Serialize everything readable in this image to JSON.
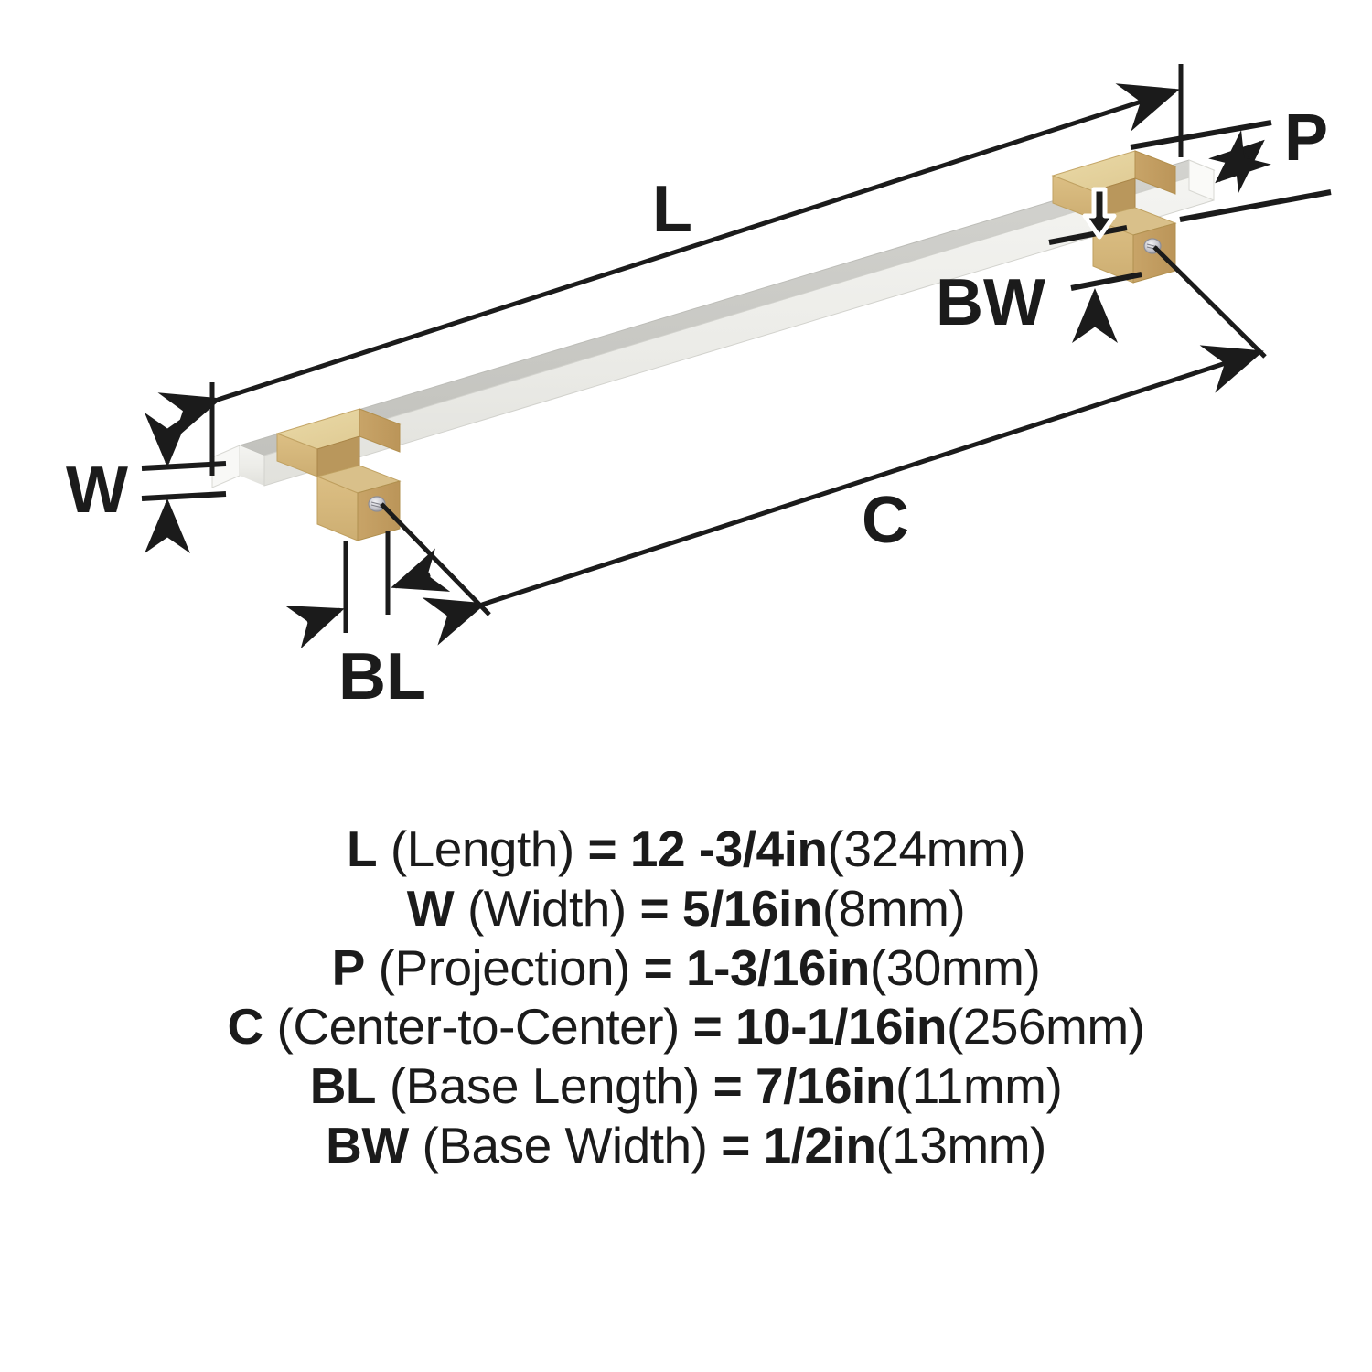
{
  "diagram": {
    "title": "Cabinet bar pull dimension diagram",
    "product_colors": {
      "bar_front": "#eeeeea",
      "bar_top": "#c8c8c4",
      "bar_end": "#f6f6f4",
      "post_top": "#e3cd97",
      "post_front": "#d6b87b",
      "post_side": "#c2a063",
      "post_inner_shadow": "#b9975c",
      "screw": "#cfcfd4",
      "line": "#1b1b1b"
    },
    "dimension_markers": [
      {
        "key": "L",
        "label": "L",
        "name": "length-dimension"
      },
      {
        "key": "W",
        "label": "W",
        "name": "width-dimension"
      },
      {
        "key": "P",
        "label": "P",
        "name": "projection-dimension"
      },
      {
        "key": "C",
        "label": "C",
        "name": "center-to-center-dimension"
      },
      {
        "key": "BL",
        "label": "BL",
        "name": "base-length-dimension"
      },
      {
        "key": "BW",
        "label": "BW",
        "name": "base-width-dimension"
      }
    ]
  },
  "specs": [
    {
      "symbol": "L",
      "name": "(Length)",
      "equals": "=",
      "value": "12 -3/4in",
      "metric": "(324mm)"
    },
    {
      "symbol": "W",
      "name": "(Width)",
      "equals": "=",
      "value": "5/16in",
      "metric": "(8mm)"
    },
    {
      "symbol": "P",
      "name": "(Projection)",
      "equals": "=",
      "value": "1-3/16in",
      "metric": "(30mm)"
    },
    {
      "symbol": "C",
      "name": "(Center-to-Center)",
      "equals": "=",
      "value": "10-1/16in",
      "metric": "(256mm)"
    },
    {
      "symbol": "BL",
      "name": "(Base Length)",
      "equals": "=",
      "value": "7/16in",
      "metric": "(11mm)"
    },
    {
      "symbol": "BW",
      "name": "(Base Width)",
      "equals": "=",
      "value": "1/2in",
      "metric": "(13mm)"
    }
  ]
}
